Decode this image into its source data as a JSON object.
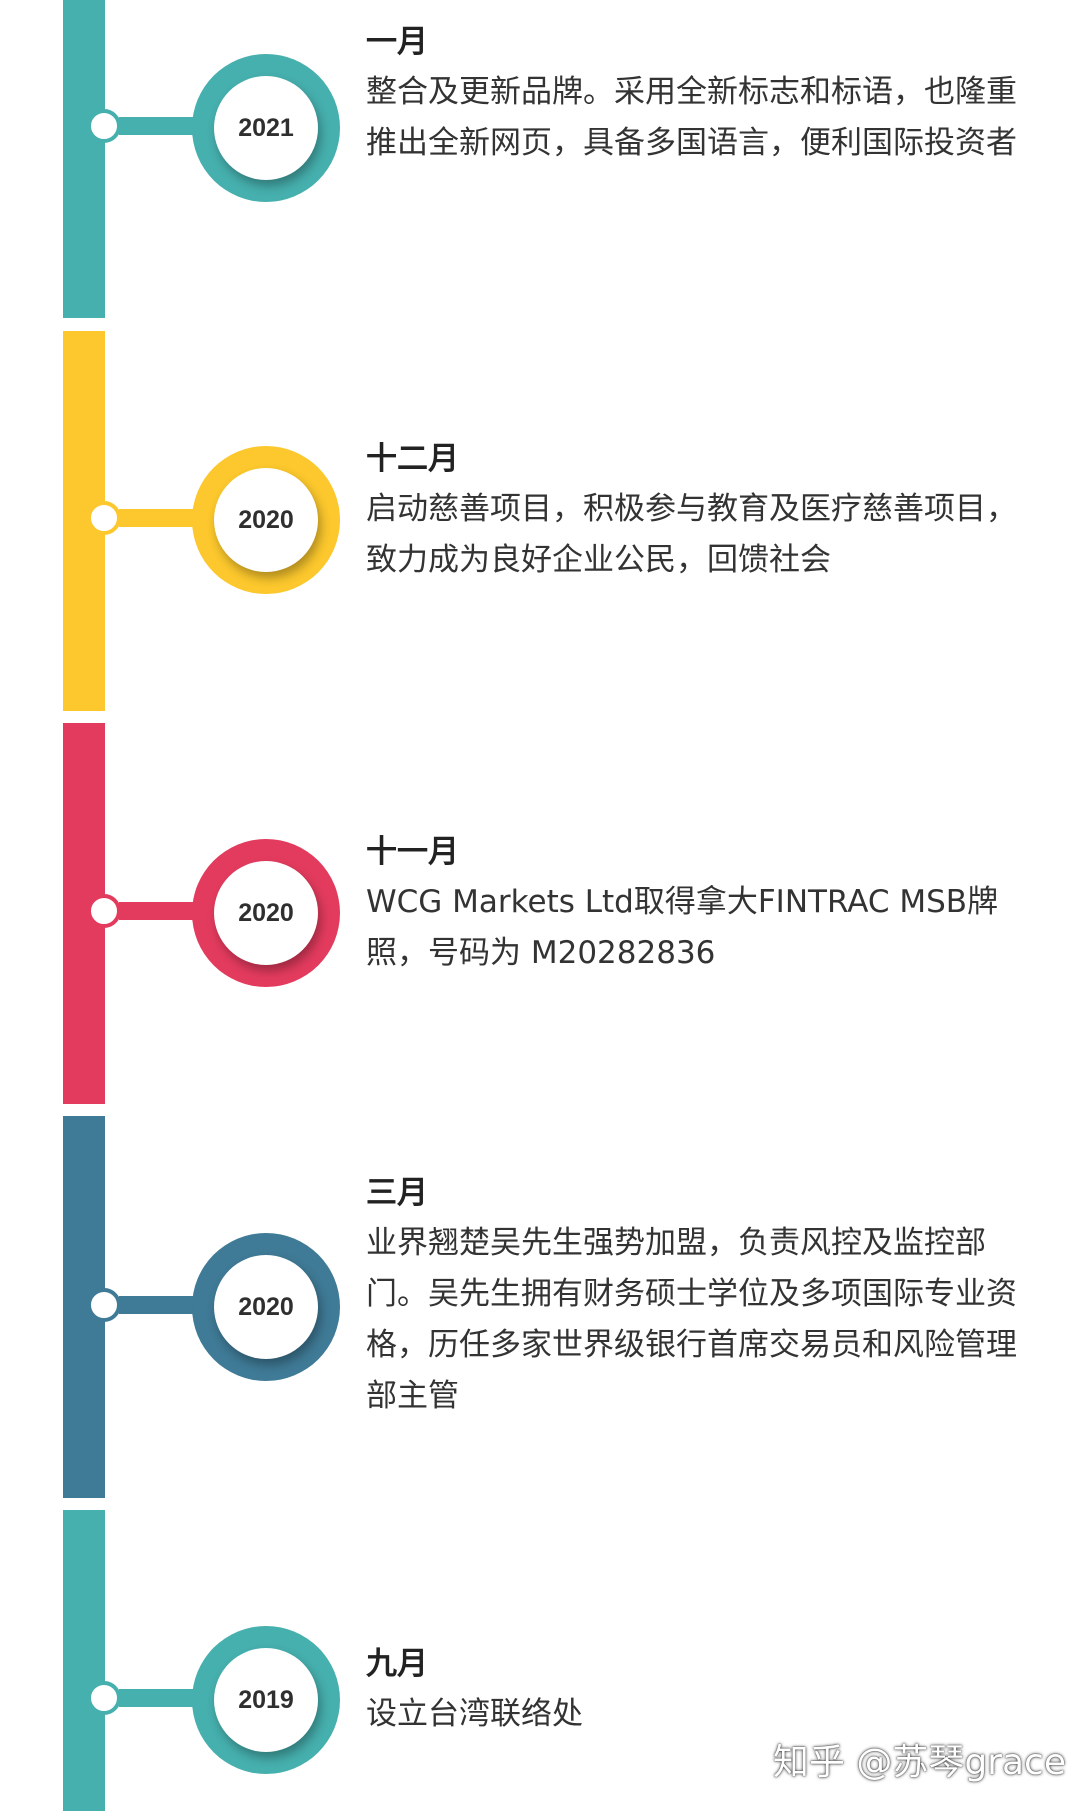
{
  "colors": {
    "teal": "#46b0ae",
    "yellow": "#fcc82d",
    "red": "#e33b5e",
    "steel_blue": "#3f7a96"
  },
  "events": [
    {
      "year": "2021",
      "month": "一月",
      "description": "整合及更新品牌。采用全新标志和标语，也隆重推出全新网页，具备多国语言，便利国际投资者",
      "color": "#46b0ae"
    },
    {
      "year": "2020",
      "month": "十二月",
      "description": "启动慈善项目，积极参与教育及医疗慈善项目，致力成为良好企业公民，回馈社会",
      "color": "#fcc82d"
    },
    {
      "year": "2020",
      "month": "十一月",
      "description": "WCG Markets Ltd取得拿大FINTRAC MSB牌照，号码为 M20282836",
      "color": "#e33b5e"
    },
    {
      "year": "2020",
      "month": "三月",
      "description": "业界翘楚吴先生强势加盟，负责风控及监控部门。吴先生拥有财务硕士学位及多项国际专业资格，历任多家世界级银行首席交易员和风险管理部主管",
      "color": "#3f7a96"
    },
    {
      "year": "2019",
      "month": "九月",
      "description": "设立台湾联络处",
      "color": "#46b0ae"
    }
  ],
  "watermark": "知乎 @苏琴grace"
}
